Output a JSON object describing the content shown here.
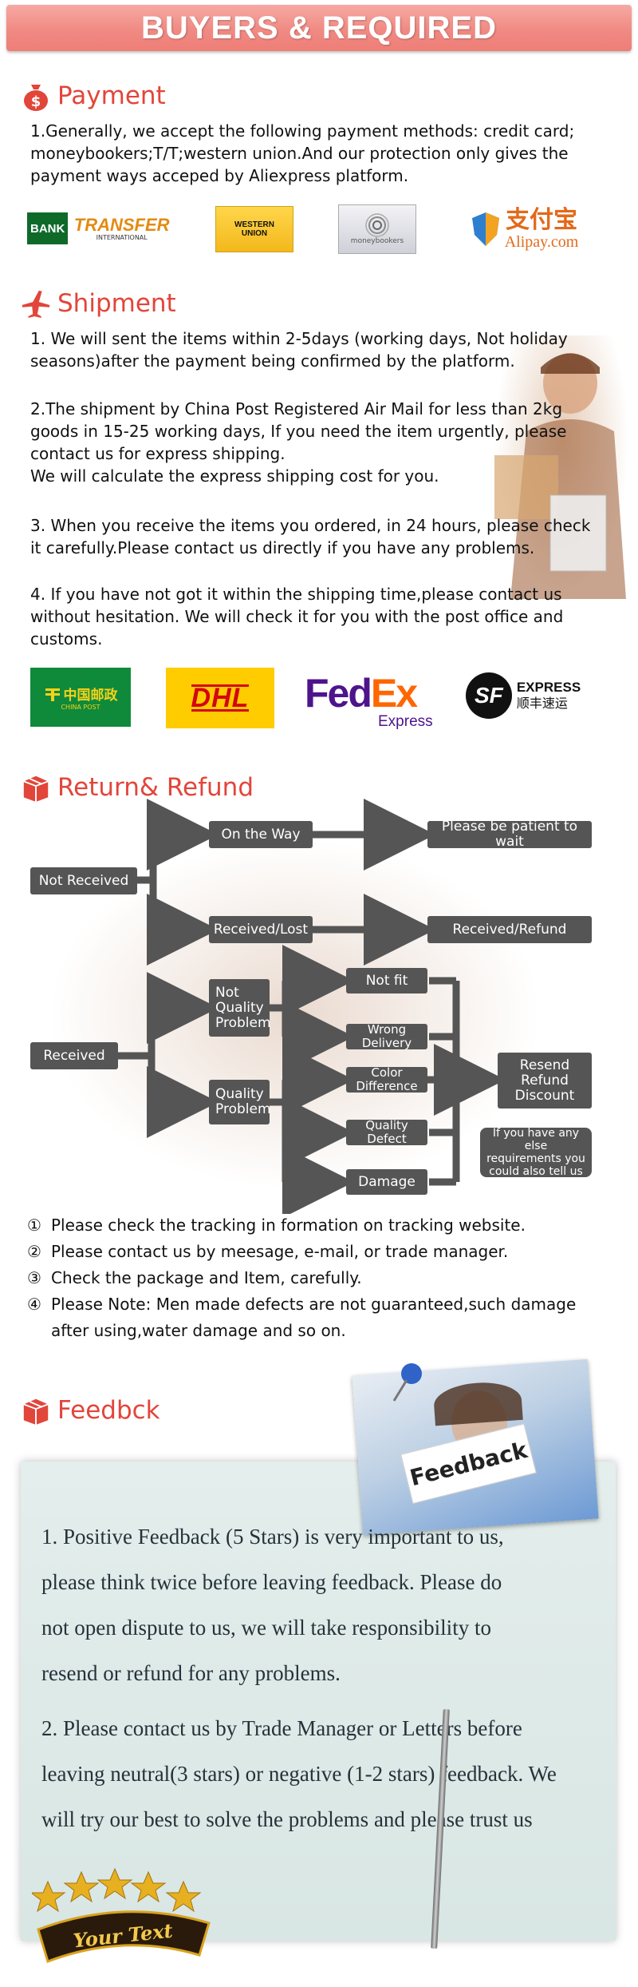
{
  "banner": {
    "title": "BUYERS & REQUIRED"
  },
  "payment": {
    "title": "Payment",
    "text": "1.Generally, we accept the following payment methods: credit card;\nmoneybookers;T/T;western union.And our protection only gives the\npayment ways acceped by Aliexpress platform.",
    "logos": {
      "bank_a": "BANK",
      "bank_b": "TRANSFER",
      "bank_c": "INTERNATIONAL",
      "western_a": "WESTERN",
      "western_b": "UNION",
      "moneybookers": "moneybookers",
      "alipay_cn": "支付宝",
      "alipay_en": "Alipay.com"
    }
  },
  "shipment": {
    "title": "Shipment",
    "p1": "1. We will sent the items within 2-5days (working days, Not holiday\nseasons)after the payment being confirmed by the platform.",
    "p2": "2.The shipment by China Post Registered Air Mail for less than  2kg\ngoods in 15-25 working days, If  you need the item urgently, please\ncontact us for express shipping.\nWe will calculate the express shipping cost for you.",
    "p3": "3. When you receive the items you ordered, in 24 hours, please check\n it carefully.Please contact us directly if you have any problems.",
    "p4": "4. If you have not got it within the shipping time,please contact us\nwithout hesitation. We will check it for you with the post office and\ncustoms.",
    "logos": {
      "chinapost_cn": "中国邮政",
      "chinapost_en": "CHINA POST",
      "dhl": "DHL",
      "fedex_fed": "Fed",
      "fedex_ex": "Ex",
      "fedex_express": "Express",
      "sf_mark": "SF",
      "sf_express": "EXPRESS",
      "sf_cn": "顺丰速运"
    }
  },
  "refund": {
    "title": "Return& Refund",
    "flow": {
      "not_received": "Not Received",
      "on_the_way": "On the Way",
      "be_patient": "Please be patient to wait",
      "received_lost": "Received/Lost",
      "received_refund": "Received/Refund",
      "received": "Received",
      "not_quality": "Not\nQuality\nProblem",
      "quality": "Quality\nProblem",
      "not_fit": "Not fit",
      "wrong_delivery": "Wrong Delivery",
      "color_difference": "Color Difference",
      "quality_defect": "Quality Defect",
      "damage": "Damage",
      "resend": "Resend\nRefund\nDiscount",
      "else_req": "If you have any else\nrequirements you\ncould also tell us"
    },
    "notes": [
      {
        "num": "①",
        "text": "Please check the tracking in formation on tracking website."
      },
      {
        "num": "②",
        "text": "Please contact us by meesage, e-mail, or trade manager."
      },
      {
        "num": "③",
        "text": "Check the package and Item, carefully."
      },
      {
        "num": "④",
        "text": "Please Note: Men made defects  are not guaranteed,such damage\nafter using,water damage and so on."
      }
    ]
  },
  "feedback": {
    "title": "Feedbck",
    "sign": "Feedback",
    "p1_lines": [
      "1. Positive Feedback (5 Stars) is very important to us,",
      "please think twice before leaving feedback. Please do",
      "not open dispute to us,   we will take responsibility to",
      "resend or refund for any problems."
    ],
    "p2_lines": [
      "2. Please contact us by Trade Manager or Letters before",
      "leaving neutral(3 stars) or negative (1-2 stars) feedback. We",
      "will try our best to solve the problems and please trust us"
    ],
    "badge": "Your Text"
  },
  "colors": {
    "accent": "#e2453a",
    "banner": "#f08a83",
    "flow_box": "#555555"
  }
}
